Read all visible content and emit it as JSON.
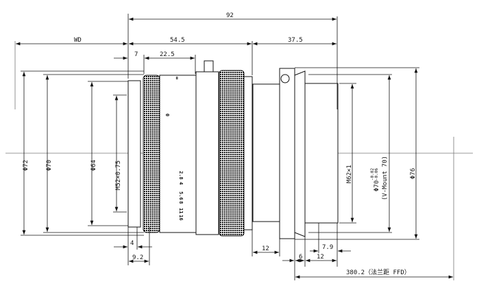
{
  "drawing": {
    "dims_top": {
      "overall": "92",
      "wd": "WD",
      "front": "54.5",
      "rear": "37.5",
      "d7": "7",
      "d22_5": "22.5"
    },
    "dims_left": {
      "d72": "Φ72",
      "d70": "Φ70",
      "d64": "Φ64",
      "m52": "M52×0.75"
    },
    "dims_right": {
      "m62": "M62×1",
      "d70": "Φ70",
      "tol_upper": "-0.02",
      "tol_lower": "-0.06",
      "vmount": "(V-Mount 70)",
      "d76": "Φ76"
    },
    "dims_bottom": {
      "d4": "4",
      "d9_2": "9.2",
      "d12a": "12",
      "d7_9": "7.9",
      "d6": "6",
      "d12b": "12",
      "ffd": "380.2（法兰距 FFD）"
    },
    "aperture_scale": [
      "2.8",
      "4",
      "5.6",
      "8",
      "11",
      "16"
    ],
    "focus_marks": [
      "∞",
      "0"
    ]
  }
}
